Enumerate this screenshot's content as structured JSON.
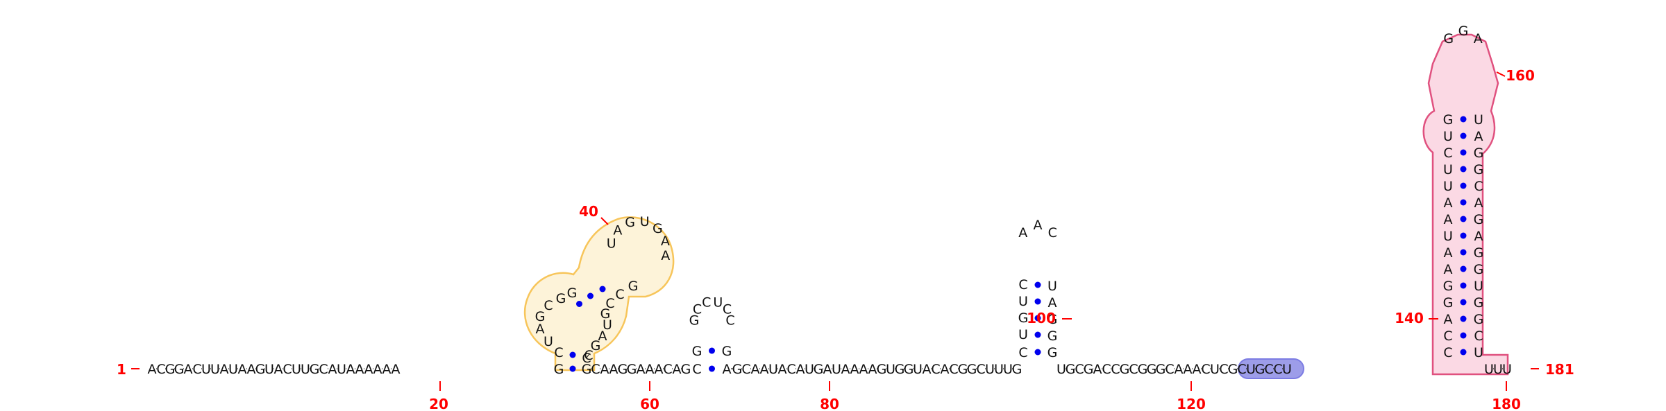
{
  "sequence": "ACGGACUUAUAAGUACUUGCAUAAAAAAGCUAGCGGUAGUGAAGCCGUAGCCGCAAGGAAACAGCGGCCUCCGAGCAAUACAUGAUAAAAGUGGUACACGGCUUUGCUGUCAACUAGGGUGCGACCGCGGGCAAACUCGCUGCCUCCAGGAAUAAUUCUGGGAUAGGCAGAGGUGGCUUUU",
  "pairs": [
    [
      29,
      53
    ],
    [
      30,
      52
    ],
    [
      34,
      46
    ],
    [
      35,
      45
    ],
    [
      36,
      44
    ],
    [
      65,
      74
    ],
    [
      66,
      73
    ],
    [
      107,
      119
    ],
    [
      108,
      118
    ],
    [
      109,
      117
    ],
    [
      110,
      116
    ],
    [
      111,
      115
    ],
    [
      146,
      178
    ],
    [
      147,
      177
    ],
    [
      148,
      176
    ],
    [
      149,
      175
    ],
    [
      150,
      174
    ],
    [
      151,
      173
    ],
    [
      152,
      172
    ],
    [
      153,
      171
    ],
    [
      154,
      170
    ],
    [
      155,
      169
    ],
    [
      156,
      168
    ],
    [
      157,
      167
    ],
    [
      158,
      166
    ],
    [
      159,
      165
    ],
    [
      160,
      164
    ]
  ],
  "number_labels": [
    "1",
    "20",
    "40",
    "60",
    "80",
    "100",
    "120",
    "140",
    "160",
    "180",
    "181"
  ],
  "colors": {
    "number_red": "#ff0000",
    "pair_dot": "#0000ee",
    "highlight_yellow": "#f7c55a",
    "highlight_pink": "#e0517f",
    "highlight_blue": "#7c7ce3"
  }
}
